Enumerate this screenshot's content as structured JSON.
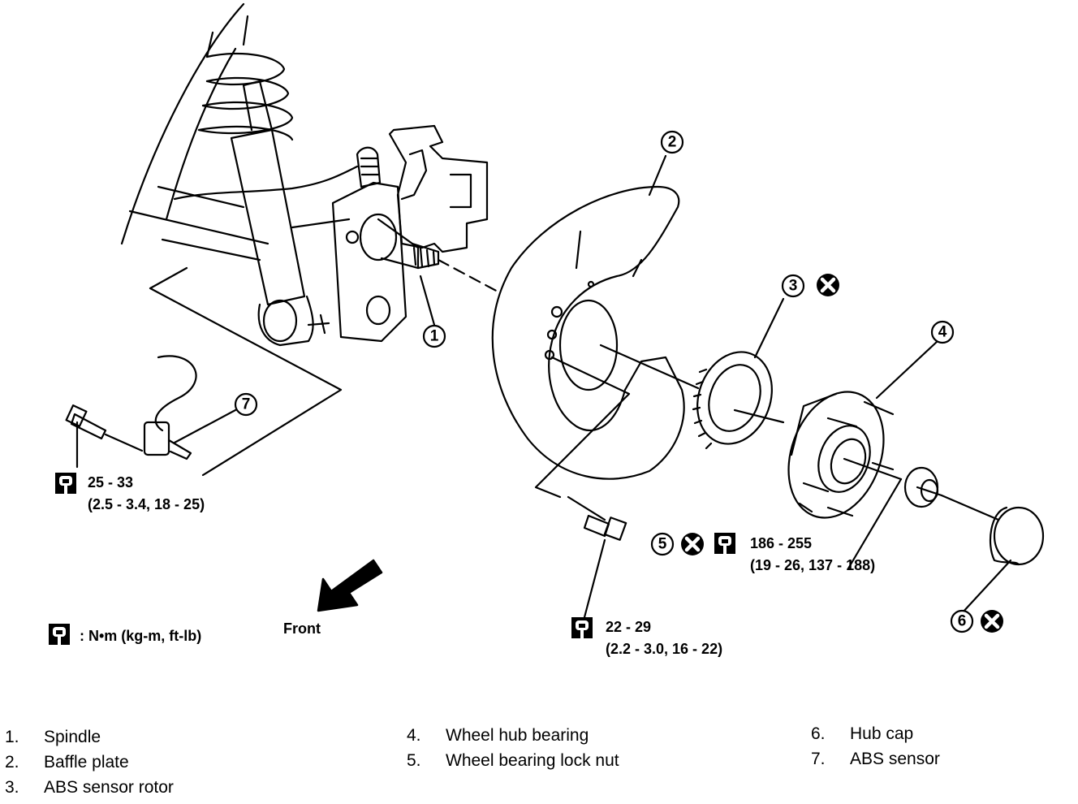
{
  "callouts": [
    "1",
    "2",
    "3",
    "4",
    "5",
    "6",
    "7"
  ],
  "torque": {
    "abs_sensor_bolt": {
      "line1": "25 - 33",
      "line2": "(2.5 - 3.4, 18 - 25)"
    },
    "lock_nut": {
      "line1": "186 - 255",
      "line2": "(19 - 26, 137 - 188)"
    },
    "baffle_bolt": {
      "line1": "22 - 29",
      "line2": "(2.2 - 3.0, 16 - 22)"
    }
  },
  "units_key": ": N•m (kg-m, ft-lb)",
  "front_label": "Front",
  "icons": {
    "torque": "torque-wrench-icon",
    "replace": "do-not-reuse-icon"
  },
  "legend": {
    "col1": [
      {
        "num": "1.",
        "label": "Spindle"
      },
      {
        "num": "2.",
        "label": "Baffle plate"
      },
      {
        "num": "3.",
        "label": "ABS sensor rotor"
      }
    ],
    "col2": [
      {
        "num": "4.",
        "label": "Wheel hub bearing"
      },
      {
        "num": "5.",
        "label": "Wheel bearing lock nut"
      }
    ],
    "col3": [
      {
        "num": "6.",
        "label": "Hub cap"
      },
      {
        "num": "7.",
        "label": "ABS sensor"
      }
    ]
  }
}
